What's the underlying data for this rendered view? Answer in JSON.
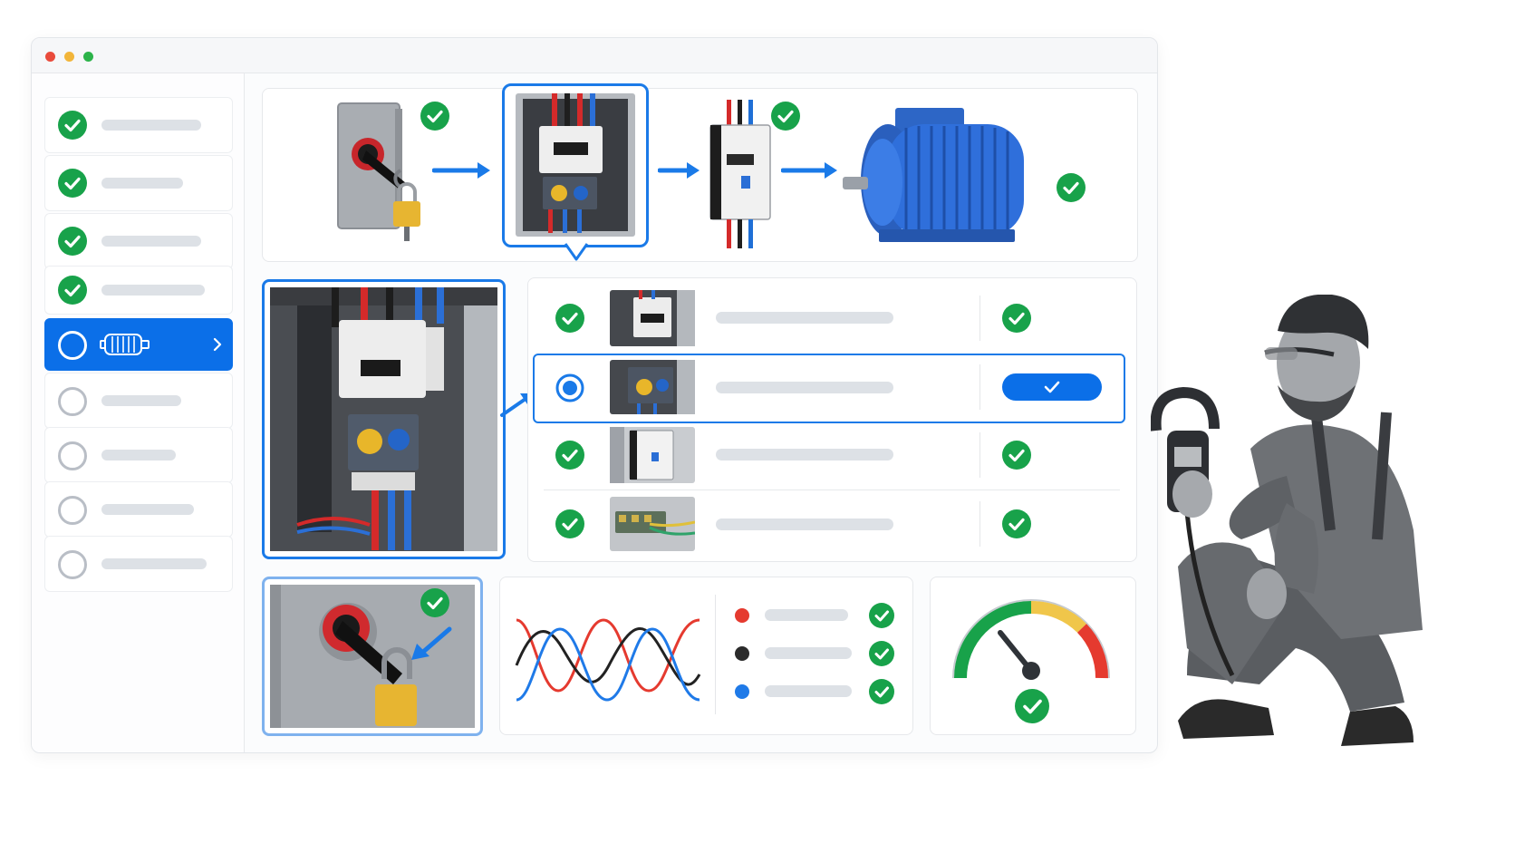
{
  "window": {
    "traffic_lights": [
      {
        "name": "close",
        "color": "#e94b3c"
      },
      {
        "name": "minimize",
        "color": "#f2b53a"
      },
      {
        "name": "maximize",
        "color": "#2cb34a"
      }
    ]
  },
  "colors": {
    "accent": "#0b6fe8",
    "success": "#18a24a",
    "pending": "#b9bec6",
    "placeholder": "#dde1e6"
  },
  "sidebar": {
    "steps": [
      {
        "status": "done"
      },
      {
        "status": "done"
      },
      {
        "status": "done"
      },
      {
        "status": "done"
      },
      {
        "status": "active",
        "icon": "motor-icon"
      },
      {
        "status": "pending"
      },
      {
        "status": "pending"
      },
      {
        "status": "pending"
      },
      {
        "status": "pending"
      }
    ]
  },
  "circuit_flow": {
    "components": [
      {
        "icon": "disconnect-switch-icon",
        "status": "done"
      },
      {
        "icon": "control-panel-icon",
        "status": "selected"
      },
      {
        "icon": "contactor-icon",
        "status": "done"
      },
      {
        "icon": "electric-motor-icon",
        "status": "done"
      }
    ]
  },
  "checklist": {
    "rows": [
      {
        "icon": "contactor-thumb",
        "status": "done"
      },
      {
        "icon": "overload-relay-thumb",
        "status": "selected"
      },
      {
        "icon": "breaker-thumb",
        "status": "done"
      },
      {
        "icon": "terminal-block-thumb",
        "status": "done"
      }
    ]
  },
  "phases": [
    {
      "color": "#e53a2f",
      "status": "done"
    },
    {
      "color": "#2b2b2b",
      "status": "done"
    },
    {
      "color": "#1f7ae8",
      "status": "done"
    }
  ],
  "gauge": {
    "level_fraction": 0.3,
    "status": "done"
  }
}
